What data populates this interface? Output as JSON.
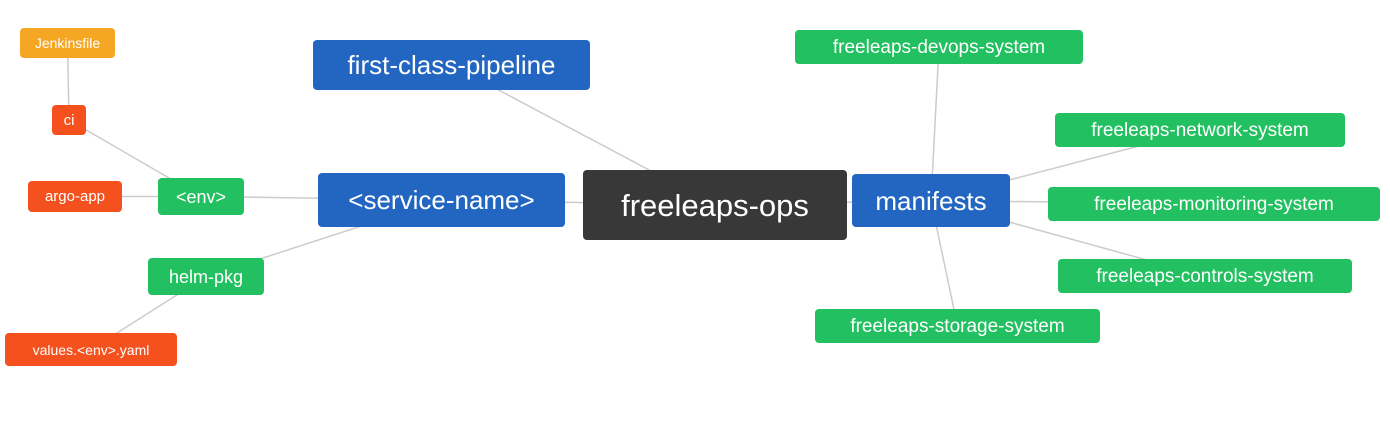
{
  "diagram": {
    "type": "mindmap",
    "background": "#ffffff",
    "edge_color": "#cccccc",
    "nodes": [
      {
        "id": "jenkinsfile",
        "label": "Jenkinsfile",
        "color": "#f5a623"
      },
      {
        "id": "ci",
        "label": "ci",
        "color": "#f4511e"
      },
      {
        "id": "argo-app",
        "label": "argo-app",
        "color": "#f4511e"
      },
      {
        "id": "env",
        "label": "<env>",
        "color": "#22c060"
      },
      {
        "id": "helm-pkg",
        "label": "helm-pkg",
        "color": "#22c060"
      },
      {
        "id": "values-env-yaml",
        "label": "values.<env>.yaml",
        "color": "#f4511e"
      },
      {
        "id": "service-name",
        "label": "<service-name>",
        "color": "#2266c2"
      },
      {
        "id": "first-class-pipeline",
        "label": "first-class-pipeline",
        "color": "#2266c2"
      },
      {
        "id": "freeleaps-ops",
        "label": "freeleaps-ops",
        "color": "#383838"
      },
      {
        "id": "manifests",
        "label": "manifests",
        "color": "#2266c2"
      },
      {
        "id": "freeleaps-devops-system",
        "label": "freeleaps-devops-system",
        "color": "#22c060"
      },
      {
        "id": "freeleaps-network-system",
        "label": "freeleaps-network-system",
        "color": "#22c060"
      },
      {
        "id": "freeleaps-monitoring-system",
        "label": "freeleaps-monitoring-system",
        "color": "#22c060"
      },
      {
        "id": "freeleaps-controls-system",
        "label": "freeleaps-controls-system",
        "color": "#22c060"
      },
      {
        "id": "freeleaps-storage-system",
        "label": "freeleaps-storage-system",
        "color": "#22c060"
      }
    ],
    "edges": [
      [
        "jenkinsfile",
        "ci"
      ],
      [
        "ci",
        "env"
      ],
      [
        "argo-app",
        "env"
      ],
      [
        "env",
        "service-name"
      ],
      [
        "helm-pkg",
        "service-name"
      ],
      [
        "values-env-yaml",
        "helm-pkg"
      ],
      [
        "service-name",
        "freeleaps-ops"
      ],
      [
        "first-class-pipeline",
        "freeleaps-ops"
      ],
      [
        "freeleaps-ops",
        "manifests"
      ],
      [
        "manifests",
        "freeleaps-devops-system"
      ],
      [
        "manifests",
        "freeleaps-network-system"
      ],
      [
        "manifests",
        "freeleaps-monitoring-system"
      ],
      [
        "manifests",
        "freeleaps-controls-system"
      ],
      [
        "manifests",
        "freeleaps-storage-system"
      ]
    ]
  }
}
